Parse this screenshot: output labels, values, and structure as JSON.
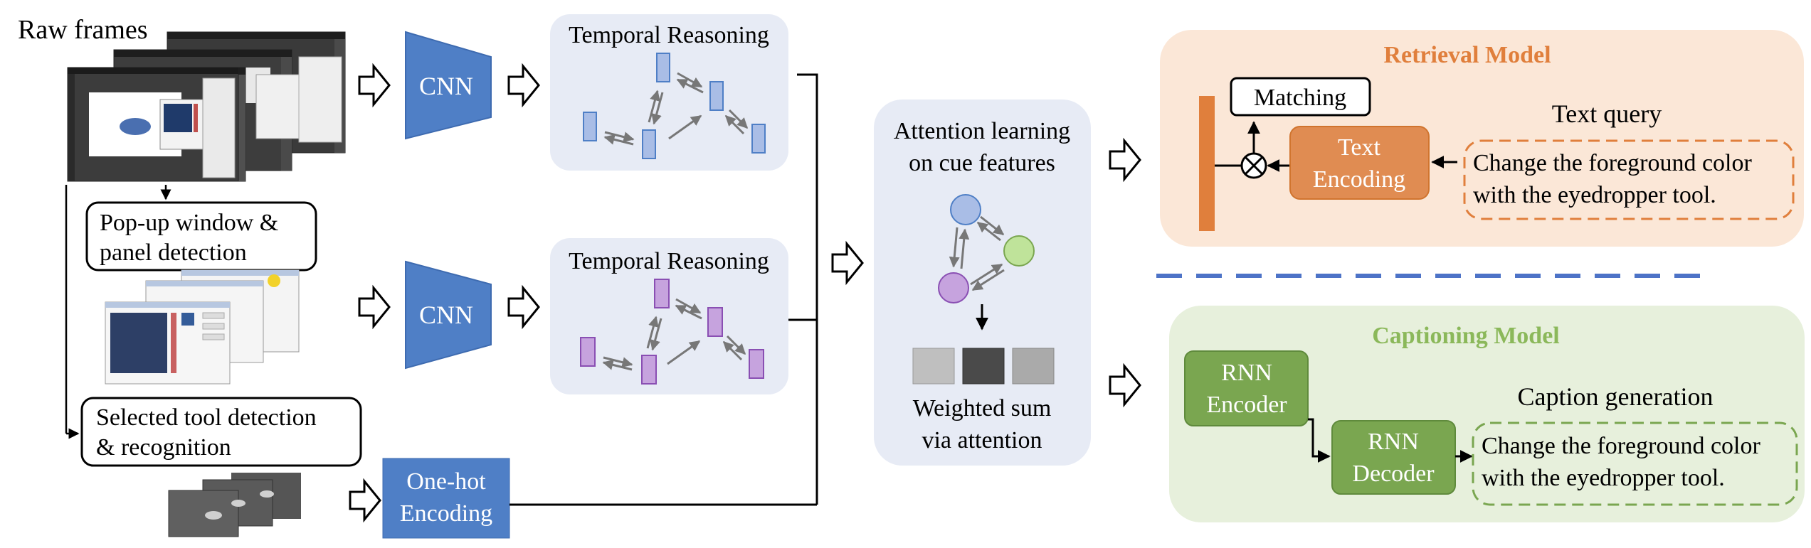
{
  "raw_frames": {
    "label": "Raw frames"
  },
  "popup": {
    "line1": "Pop-up window &",
    "line2": "panel detection"
  },
  "tool": {
    "line1": "Selected tool detection",
    "line2": "& recognition"
  },
  "cnn": {
    "label1": "CNN",
    "label2": "CNN"
  },
  "onehot": {
    "line1": "One-hot",
    "line2": "Encoding"
  },
  "temporal": {
    "title1": "Temporal Reasoning",
    "title2": "Temporal Reasoning"
  },
  "attention": {
    "line1": "Attention learning",
    "line2": "on cue features",
    "sum1": "Weighted sum",
    "sum2": "via attention"
  },
  "retrieval": {
    "title": "Retrieval Model",
    "matching": "Matching",
    "text_enc1": "Text",
    "text_enc2": "Encoding",
    "query_label": "Text query",
    "query1": "Change the foreground color",
    "query2": "with the eyedropper tool."
  },
  "captioning": {
    "title": "Captioning Model",
    "enc1": "RNN",
    "enc2": "Encoder",
    "dec1": "RNN",
    "dec2": "Decoder",
    "gen_label": "Caption generation",
    "cap1": "Change the foreground color",
    "cap2": "with the eyedropper tool."
  },
  "colors": {
    "blue": "#4f7fc6",
    "panel": "#e7ebf5",
    "temporal_blue": "#a9bde6",
    "temporal_purple": "#c6a3de",
    "retrieval_bg": "#fbe7d7",
    "retrieval_title": "#e07f3c",
    "captioning_bg": "#e7f0dc",
    "captioning_title": "#8bb85a",
    "green_node": "#7aa650",
    "dashed_blue": "#4d73c7"
  }
}
